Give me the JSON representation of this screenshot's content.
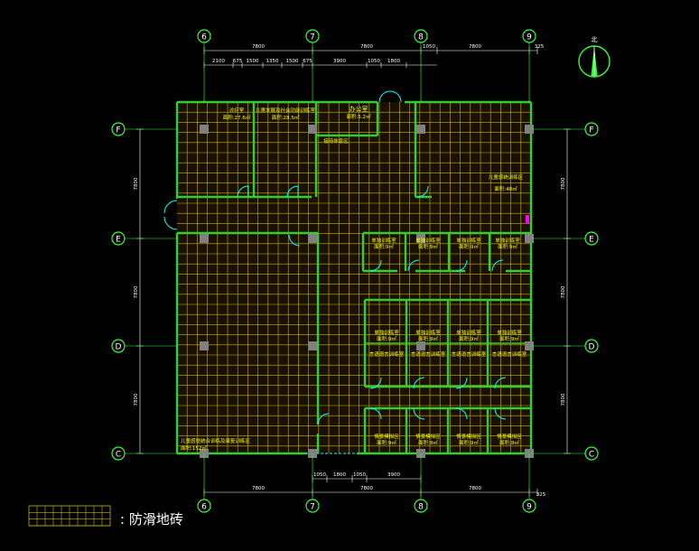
{
  "colors": {
    "background": "#000000",
    "wall": "#33cc33",
    "tile_grid": "#c8b400",
    "dimension": "#ffffff",
    "axis_bubble": "#33ff33",
    "room_label": "#ffff00",
    "column": "#808080",
    "door": "#00ffff",
    "marker": "#ff00ff"
  },
  "axes": {
    "vertical": [
      "6",
      "7",
      "8",
      "9"
    ],
    "horizontal": [
      "F",
      "E",
      "D",
      "C"
    ]
  },
  "dimensions": {
    "top_main": [
      "7800",
      "7800",
      "1050",
      "7800",
      "325"
    ],
    "top_sub": [
      "2100",
      "675",
      "1500",
      "1350",
      "1500",
      "675",
      "3900",
      "1050",
      "1800"
    ],
    "bottom_main": [
      "7800",
      "7800",
      "7800",
      "325"
    ],
    "bottom_sub": [
      "1050",
      "1800",
      "1050",
      "3900"
    ],
    "side": [
      "7800",
      "7800",
      "7800"
    ]
  },
  "rooms": {
    "r1_name": "诊疗室",
    "r1_area": "面积:27.6㎡",
    "r2_name": "儿童发展及社会功能训练室",
    "r2_area": "面积:28.5㎡",
    "r3_name": "办公室",
    "r3_area": "面积:5.2㎡",
    "r4_name": "接待休息区",
    "r5_name": "儿童感统训练区",
    "r5_area": "面积:48㎡",
    "r6_name": "儿童感觉统合训练及康复训练区",
    "r6_area": "面积:152㎡",
    "a1": "单独训练室",
    "a2": "单独训练室",
    "a3": "单独训练室",
    "a4": "单独训练室",
    "a_area": "面积:9㎡",
    "b1": "单独训练室",
    "b2": "单独训练室",
    "b3": "单独训练室",
    "b4": "单独训练室",
    "b_area": "面积:9㎡",
    "b_sub": "言语语言训练室",
    "c1": "情景模拟区",
    "c2": "情景模拟区",
    "c3": "情景模拟区",
    "c4": "情景模拟区",
    "c_area": "面积:9㎡"
  },
  "north_label": "北",
  "legend_text": ": 防滑地砖"
}
